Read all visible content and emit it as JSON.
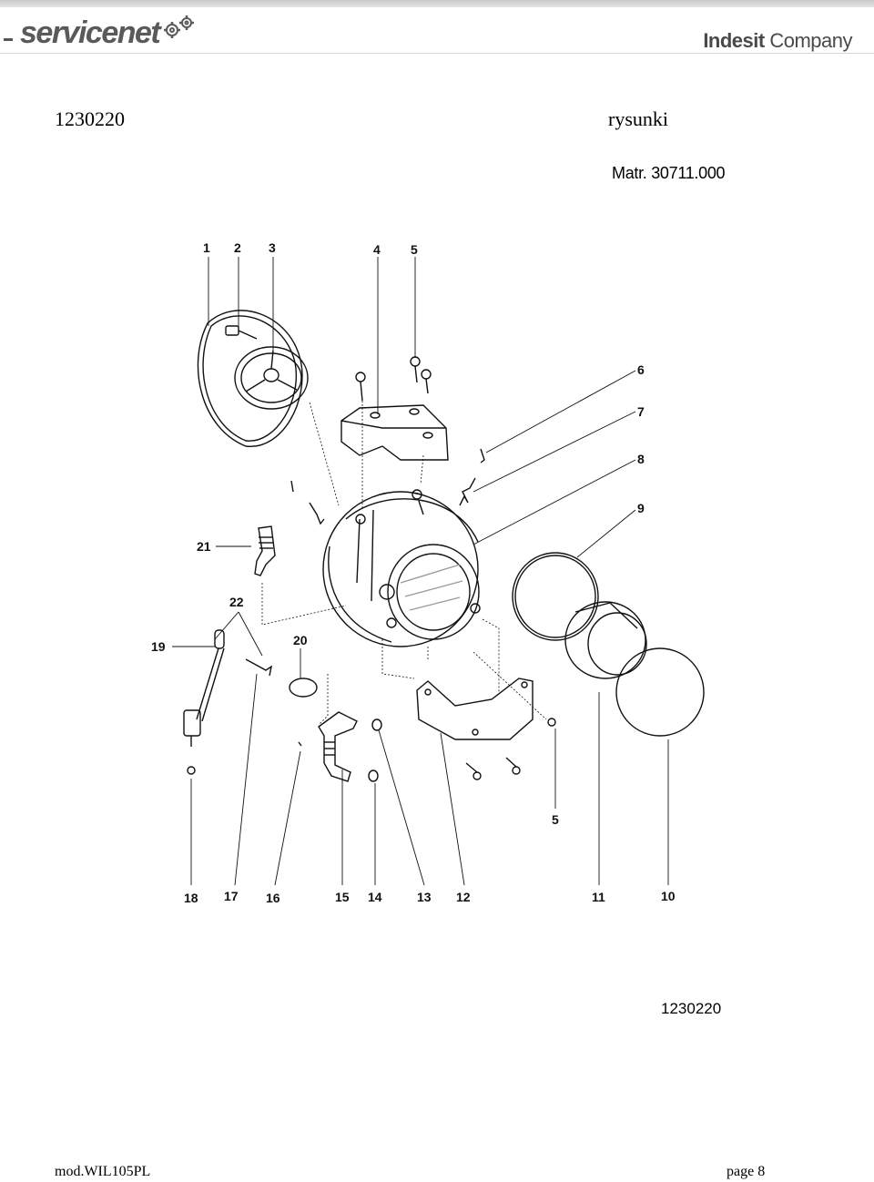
{
  "header": {
    "brand_left": "servicenet",
    "brand_right_bold": "Indesit",
    "brand_right_regular": " Company"
  },
  "document": {
    "code": "1230220",
    "section": "rysunki",
    "material": "Matr. 30711.000",
    "drawing_id": "1230220"
  },
  "diagram": {
    "part_numbers": [
      "1",
      "2",
      "3",
      "4",
      "5",
      "6",
      "7",
      "8",
      "9",
      "21",
      "22",
      "20",
      "19",
      "5",
      "18",
      "17",
      "16",
      "15",
      "14",
      "13",
      "12",
      "11",
      "10"
    ]
  },
  "footer": {
    "model": "mod.WIL105PL",
    "page": "page 8"
  },
  "colors": {
    "line": "#111111",
    "mesh": "#9a9a9a",
    "logo_gray": "#5a5a5a"
  }
}
